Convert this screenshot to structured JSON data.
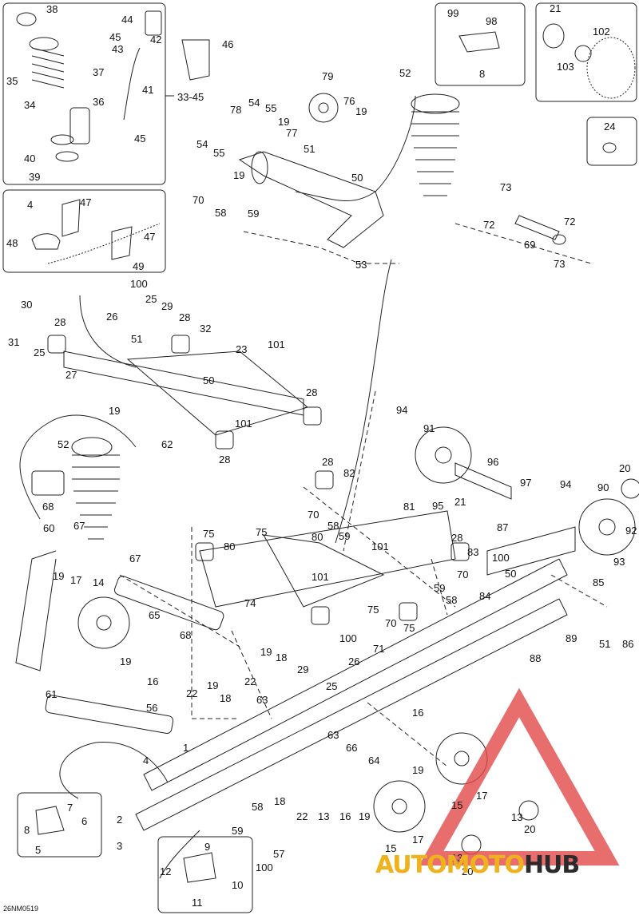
{
  "diagram_code": "26NM0519",
  "watermark": {
    "part1": "AUTO",
    "part2": "MOTO",
    "part3": "HUB",
    "color_main": "#e24a4a",
    "color_text_a": "#f0b21a",
    "color_text_b": "#2b2b2b"
  },
  "range_label": "33-45",
  "callouts": {
    "c38": "38",
    "c44": "44",
    "c45a": "45",
    "c42": "42",
    "c43": "43",
    "c46": "46",
    "c35": "35",
    "c37": "37",
    "c41": "41",
    "c34": "34",
    "c36": "36",
    "c45b": "45",
    "c40": "40",
    "c39": "39",
    "c99": "99",
    "c98": "98",
    "c8a": "8",
    "c21a": "21",
    "c102": "102",
    "c103": "103",
    "c24": "24",
    "c52a": "52",
    "c79": "79",
    "c76": "76",
    "c19a": "19",
    "c78": "78",
    "c54a": "54",
    "c55a": "55",
    "c19b": "19",
    "c77": "77",
    "c54b": "54",
    "c55b": "55",
    "c51a": "51",
    "c19c": "19",
    "c50a": "50",
    "c70a": "70",
    "c58a": "58",
    "c59a": "59",
    "c53": "53",
    "c73a": "73",
    "c72a": "72",
    "c72b": "72",
    "c69": "69",
    "c73b": "73",
    "c4a": "4",
    "c47a": "47",
    "c47b": "47",
    "c48": "48",
    "c49": "49",
    "c100a": "100",
    "c30": "30",
    "c25a": "25",
    "c26a": "26",
    "c29a": "29",
    "c28a": "28",
    "c31": "31",
    "c25b": "25",
    "c28b": "28",
    "c32": "32",
    "c51b": "51",
    "c23": "23",
    "c101a": "101",
    "c27": "27",
    "c50b": "50",
    "c19d": "19",
    "c28c": "28",
    "c101b": "101",
    "c62": "62",
    "c28d": "28",
    "c94a": "94",
    "c91": "91",
    "c52b": "52",
    "c96": "96",
    "c28e": "28",
    "c82": "82",
    "c20a": "20",
    "c94b": "94",
    "c90": "90",
    "c97": "97",
    "c68": "68",
    "c67a": "67",
    "c95": "95",
    "c21b": "21",
    "c70b": "70",
    "c81": "81",
    "c58b": "58",
    "c59b": "59",
    "c92": "92",
    "c60": "60",
    "c87": "87",
    "c75a": "75",
    "c80a": "80",
    "c75b": "75",
    "c80b": "80",
    "c28f": "28",
    "c100b": "100",
    "c83": "83",
    "c50c": "50",
    "c93": "93",
    "c101c": "101",
    "c101d": "101",
    "c70c": "70",
    "c67b": "67",
    "c59c": "59",
    "c58c": "58",
    "c84": "84",
    "c85": "85",
    "c19e": "19",
    "c17a": "17",
    "c14": "14",
    "c74": "74",
    "c75c": "75",
    "c75d": "75",
    "c86": "86",
    "c70d": "70",
    "c71": "71",
    "c51c": "51",
    "c65": "65",
    "c89": "89",
    "c88": "88",
    "c68b": "68",
    "c100c": "100",
    "c26b": "26",
    "c19f": "19",
    "c29b": "29",
    "c16a": "16",
    "c19g": "19",
    "c18a": "18",
    "c22a": "22",
    "c25c": "25",
    "c61": "61",
    "c22b": "22",
    "c19h": "19",
    "c18b": "18",
    "c63a": "63",
    "c16b": "16",
    "c56": "56",
    "c63b": "63",
    "c66": "66",
    "c64": "64",
    "c19i": "19",
    "c4b": "4",
    "c1": "1",
    "c18c": "18",
    "c22c": "22",
    "c13a": "13",
    "c16c": "16",
    "c19j": "19",
    "c15a": "15",
    "c17b": "17",
    "c7": "7",
    "c6": "6",
    "c8b": "8",
    "c5": "5",
    "c2": "2",
    "c58d": "58",
    "c59d": "59",
    "c13b": "13",
    "c20b": "20",
    "c3": "3",
    "c100d": "100",
    "c57": "57",
    "c15b": "15",
    "c17c": "17",
    "c13c": "13",
    "c20c": "20",
    "c9": "9",
    "c12": "12",
    "c10": "10",
    "c11": "11"
  }
}
